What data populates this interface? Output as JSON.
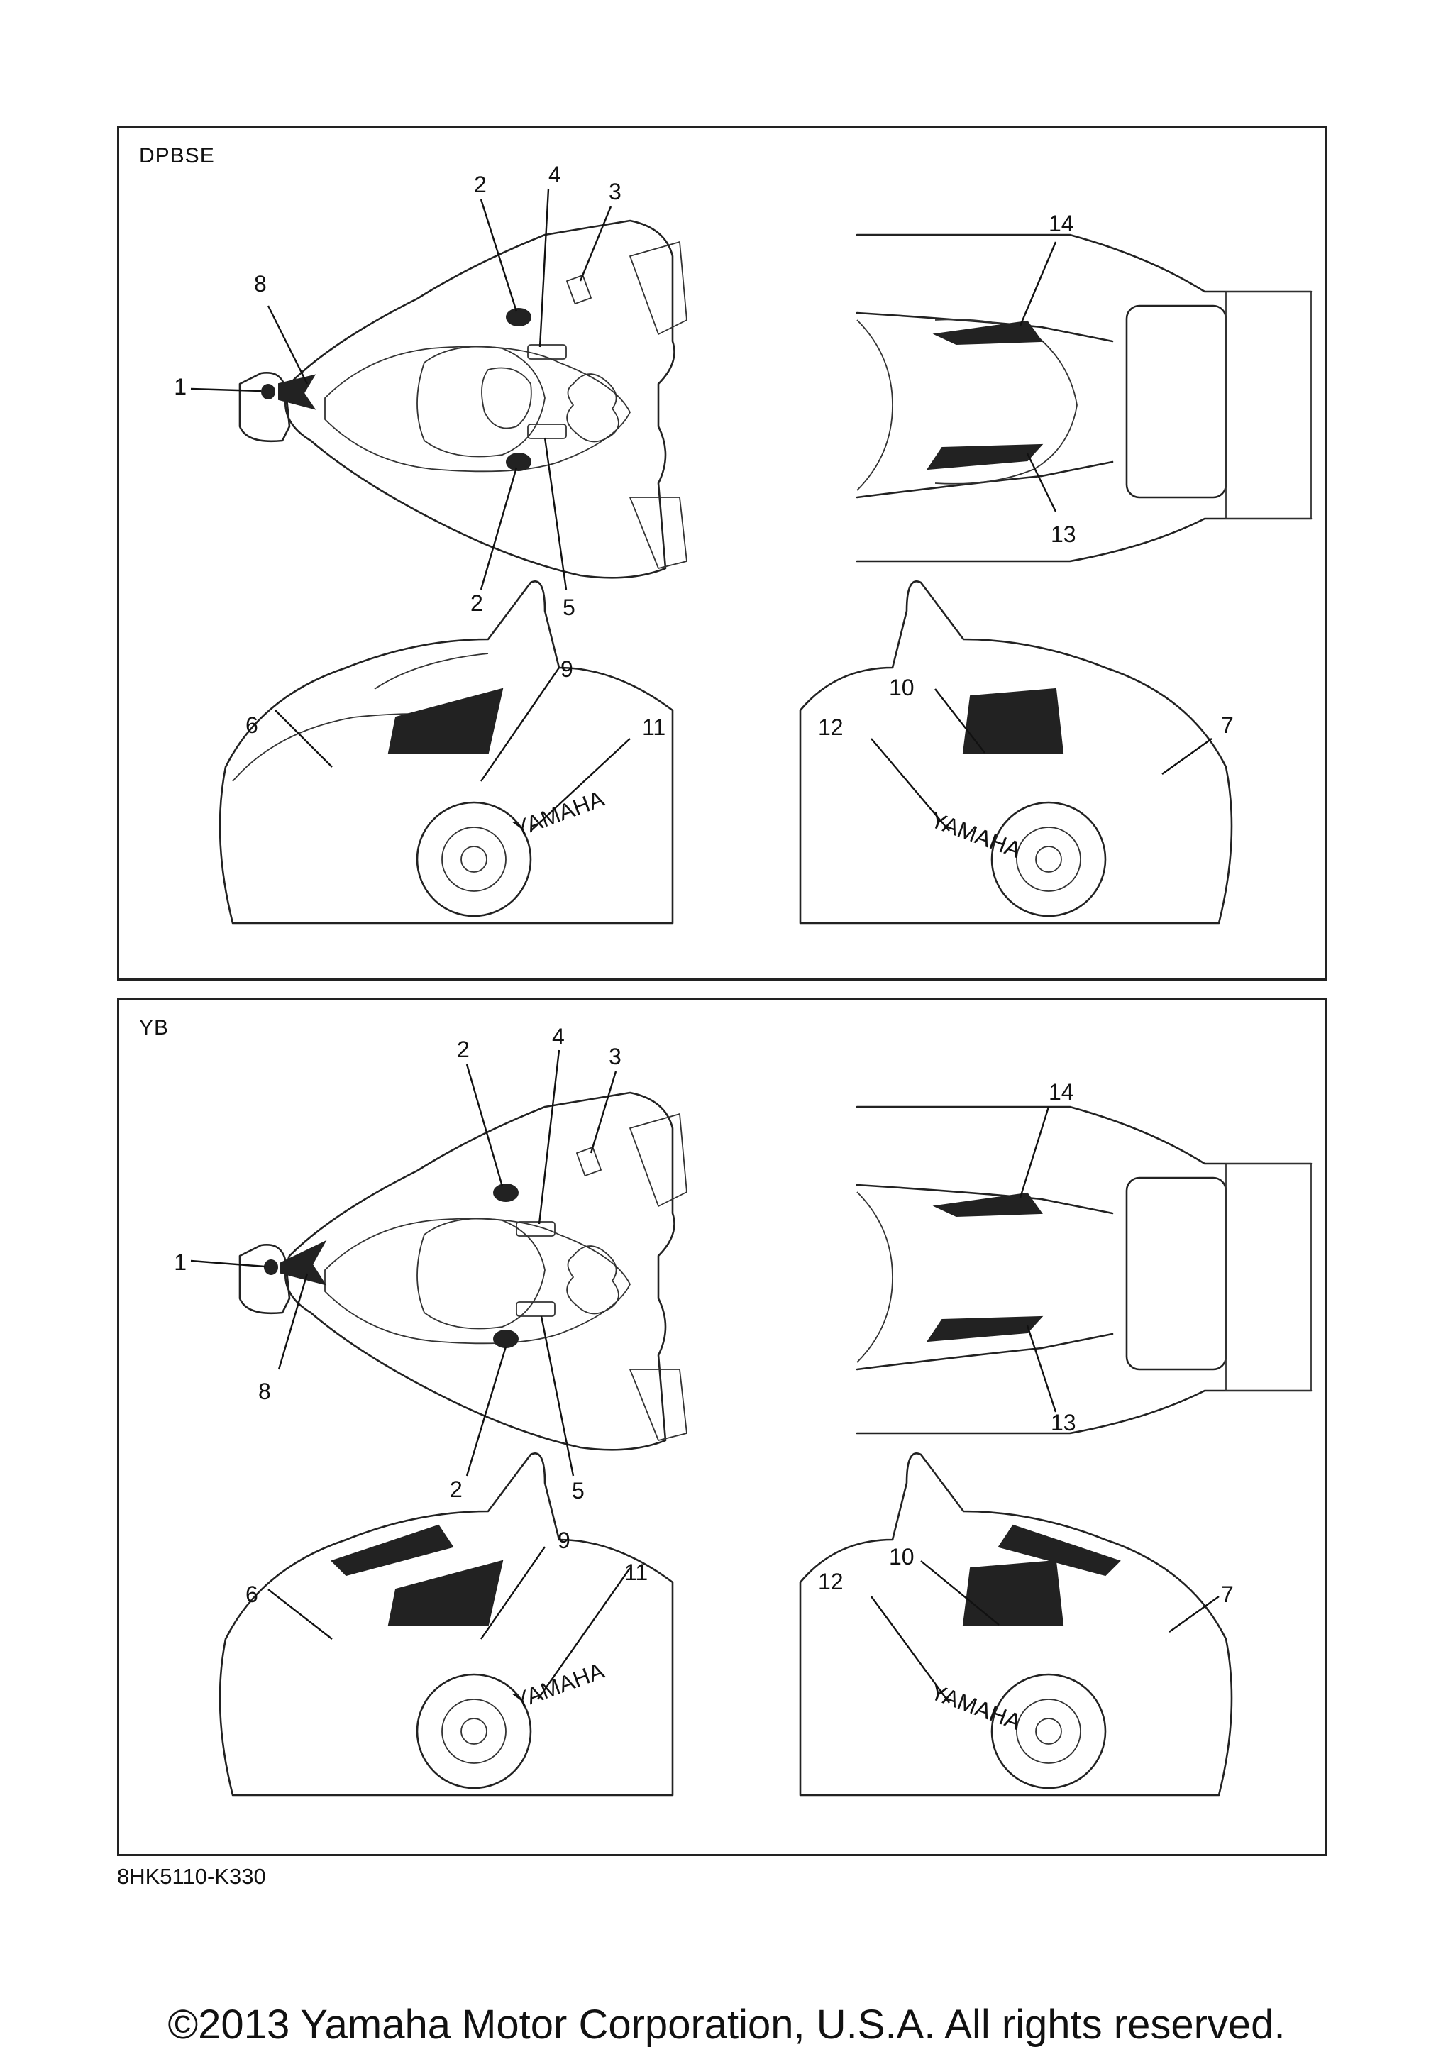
{
  "panels": [
    {
      "variant": "DPBSE",
      "callouts": [
        "1",
        "2",
        "2",
        "3",
        "4",
        "5",
        "6",
        "7",
        "8",
        "9",
        "10",
        "11",
        "12",
        "13",
        "14"
      ],
      "decal_text_left": "YAMAHA",
      "decal_text_right": "YAMAHA"
    },
    {
      "variant": "YB",
      "callouts": [
        "1",
        "2",
        "2",
        "3",
        "4",
        "5",
        "6",
        "7",
        "8",
        "9",
        "10",
        "11",
        "12",
        "13",
        "14"
      ],
      "decal_text_left": "YAMAHA",
      "decal_text_right": "YAMAHA"
    }
  ],
  "diagram_code": "8HK5110-K330",
  "copyright": "©2013 Yamaha Motor Corporation, U.S.A. All rights reserved."
}
